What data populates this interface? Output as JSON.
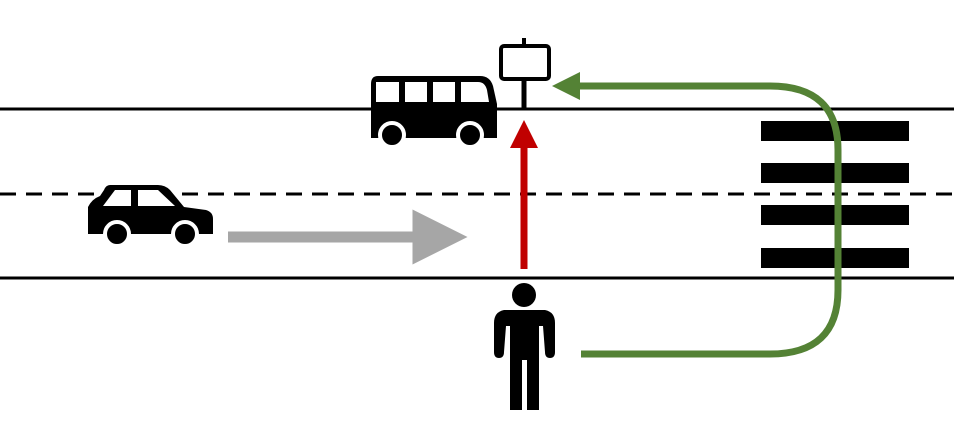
{
  "scene": {
    "road": {
      "edge_color": "#000000",
      "center_line": "dashed"
    },
    "vehicles": [
      {
        "kind": "car",
        "icon": "car-icon",
        "color": "#000000"
      },
      {
        "kind": "bus",
        "icon": "bus-icon",
        "color": "#000000"
      }
    ],
    "bus_stop": {
      "icon": "bus-stop-sign-icon",
      "color": "#000000"
    },
    "pedestrian": {
      "icon": "person-icon",
      "color": "#000000"
    },
    "crosswalk": {
      "stripe_count": 4,
      "color": "#000000"
    },
    "paths": [
      {
        "name": "vehicle-direction",
        "color": "#a6a6a6"
      },
      {
        "name": "direct-crossing",
        "color": "#c00000"
      },
      {
        "name": "crosswalk-route",
        "color": "#548235"
      }
    ]
  }
}
